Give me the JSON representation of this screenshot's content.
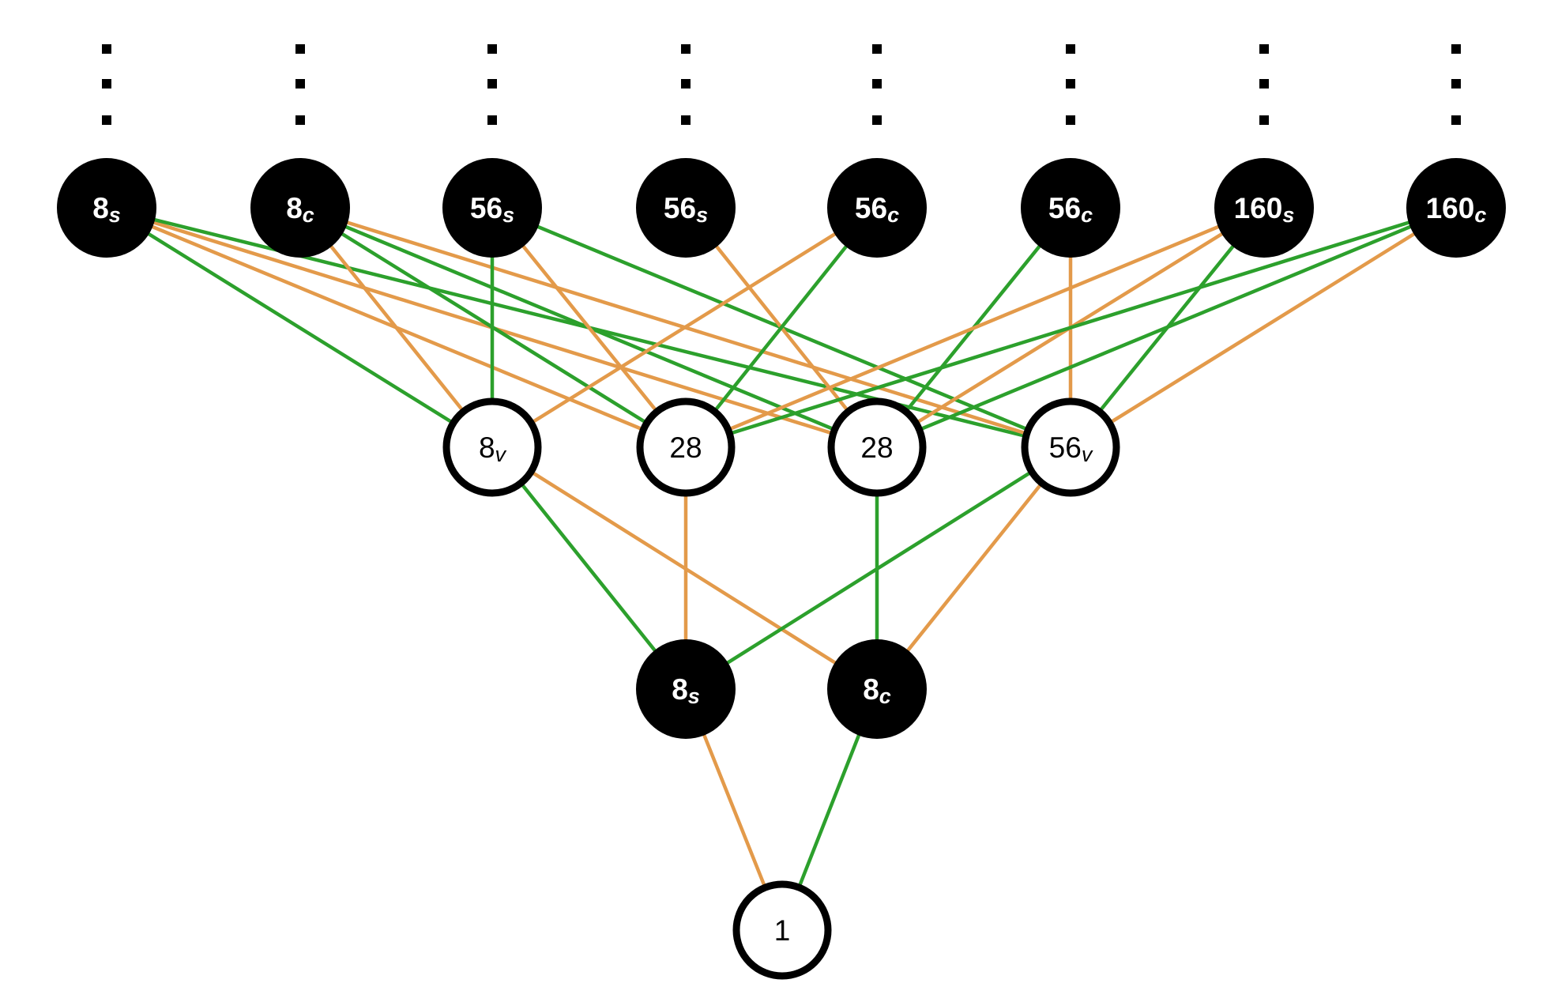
{
  "colors": {
    "green": "#2ca02c",
    "orange": "#e39a4a",
    "filled_node": "#000000",
    "filled_text": "#ffffff",
    "hollow_fill": "#ffffff",
    "hollow_stroke": "#000000",
    "hollow_text": "#000000"
  },
  "layers": [
    {
      "name": "top",
      "continues_upward": true,
      "nodes": [
        {
          "id": "t1",
          "value": "8",
          "sub": "s",
          "style": "filled"
        },
        {
          "id": "t2",
          "value": "8",
          "sub": "c",
          "style": "filled"
        },
        {
          "id": "t3",
          "value": "56",
          "sub": "s",
          "style": "filled"
        },
        {
          "id": "t4",
          "value": "56",
          "sub": "s",
          "style": "filled"
        },
        {
          "id": "t5",
          "value": "56",
          "sub": "c",
          "style": "filled"
        },
        {
          "id": "t6",
          "value": "56",
          "sub": "c",
          "style": "filled"
        },
        {
          "id": "t7",
          "value": "160",
          "sub": "s",
          "style": "filled"
        },
        {
          "id": "t8",
          "value": "160",
          "sub": "c",
          "style": "filled"
        }
      ]
    },
    {
      "name": "middle",
      "nodes": [
        {
          "id": "m1",
          "value": "8",
          "sub": "v",
          "style": "hollow"
        },
        {
          "id": "m2",
          "value": "28",
          "sub": "",
          "style": "hollow"
        },
        {
          "id": "m3",
          "value": "28",
          "sub": "",
          "style": "hollow"
        },
        {
          "id": "m4",
          "value": "56",
          "sub": "v",
          "style": "hollow"
        }
      ]
    },
    {
      "name": "lower",
      "nodes": [
        {
          "id": "l1",
          "value": "8",
          "sub": "s",
          "style": "filled"
        },
        {
          "id": "l2",
          "value": "8",
          "sub": "c",
          "style": "filled"
        }
      ]
    },
    {
      "name": "bottom",
      "nodes": [
        {
          "id": "b1",
          "value": "1",
          "sub": "",
          "style": "hollow"
        }
      ]
    }
  ],
  "edges": [
    {
      "from": "t1",
      "to": "m1",
      "color": "green"
    },
    {
      "from": "t1",
      "to": "m2",
      "color": "orange"
    },
    {
      "from": "t1",
      "to": "m3",
      "color": "orange"
    },
    {
      "from": "t1",
      "to": "m4",
      "color": "green"
    },
    {
      "from": "t2",
      "to": "m1",
      "color": "orange"
    },
    {
      "from": "t2",
      "to": "m2",
      "color": "green"
    },
    {
      "from": "t2",
      "to": "m3",
      "color": "green"
    },
    {
      "from": "t2",
      "to": "m4",
      "color": "orange"
    },
    {
      "from": "t3",
      "to": "m1",
      "color": "green"
    },
    {
      "from": "t3",
      "to": "m2",
      "color": "orange"
    },
    {
      "from": "t3",
      "to": "m4",
      "color": "green"
    },
    {
      "from": "t4",
      "to": "m3",
      "color": "orange"
    },
    {
      "from": "t5",
      "to": "m1",
      "color": "orange"
    },
    {
      "from": "t5",
      "to": "m2",
      "color": "green"
    },
    {
      "from": "t6",
      "to": "m3",
      "color": "green"
    },
    {
      "from": "t6",
      "to": "m4",
      "color": "orange"
    },
    {
      "from": "t7",
      "to": "m2",
      "color": "orange"
    },
    {
      "from": "t7",
      "to": "m3",
      "color": "orange"
    },
    {
      "from": "t7",
      "to": "m4",
      "color": "green"
    },
    {
      "from": "t8",
      "to": "m2",
      "color": "green"
    },
    {
      "from": "t8",
      "to": "m3",
      "color": "green"
    },
    {
      "from": "t8",
      "to": "m4",
      "color": "orange"
    },
    {
      "from": "m1",
      "to": "l1",
      "color": "green"
    },
    {
      "from": "m1",
      "to": "l2",
      "color": "orange"
    },
    {
      "from": "m2",
      "to": "l1",
      "color": "orange"
    },
    {
      "from": "m3",
      "to": "l2",
      "color": "green"
    },
    {
      "from": "m4",
      "to": "l1",
      "color": "green"
    },
    {
      "from": "m4",
      "to": "l2",
      "color": "orange"
    },
    {
      "from": "l1",
      "to": "b1",
      "color": "orange"
    },
    {
      "from": "l2",
      "to": "b1",
      "color": "green"
    }
  ]
}
